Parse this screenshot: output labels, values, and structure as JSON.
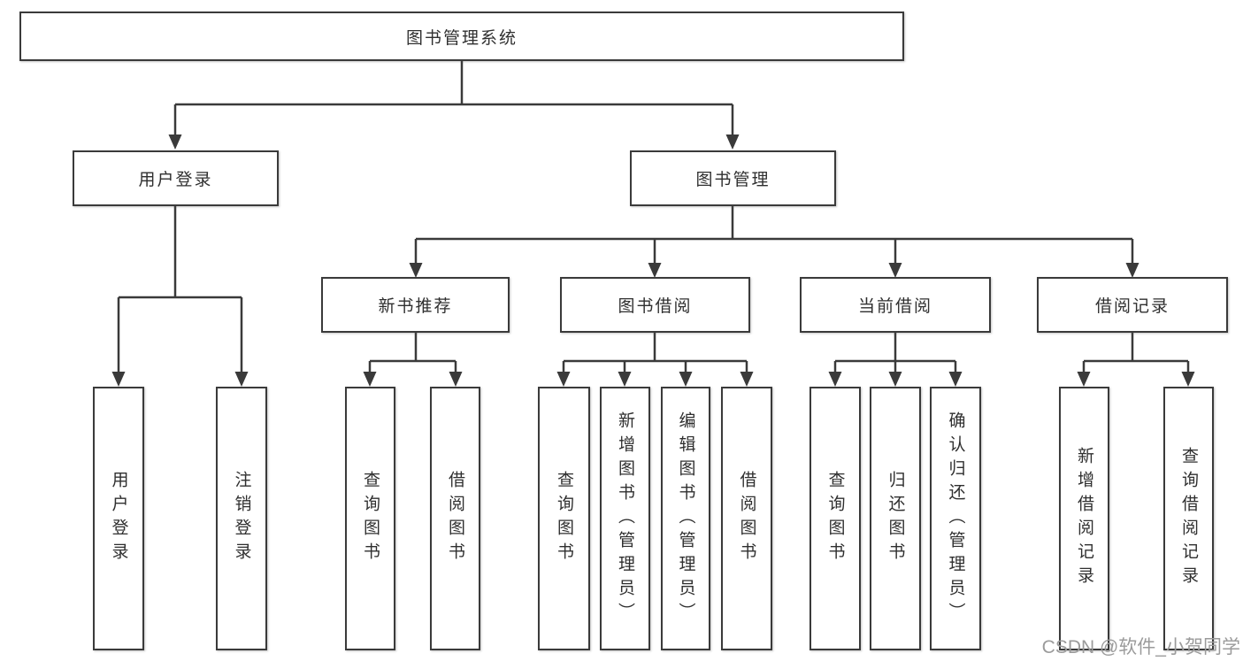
{
  "tree": {
    "root": {
      "label": "图书管理系统"
    },
    "branches": [
      {
        "label": "用户登录",
        "children": [
          {
            "label": "用户登录"
          },
          {
            "label": "注销登录"
          }
        ]
      },
      {
        "label": "图书管理",
        "children": [
          {
            "label": "新书推荐",
            "children": [
              {
                "label": "查询图书"
              },
              {
                "label": "借阅图书"
              }
            ]
          },
          {
            "label": "图书借阅",
            "children": [
              {
                "label": "查询图书"
              },
              {
                "label": "新增图书（管理员）"
              },
              {
                "label": "编辑图书（管理员）"
              },
              {
                "label": "借阅图书"
              }
            ]
          },
          {
            "label": "当前借阅",
            "children": [
              {
                "label": "查询图书"
              },
              {
                "label": "归还图书"
              },
              {
                "label": "确认归还（管理员）"
              }
            ]
          },
          {
            "label": "借阅记录",
            "children": [
              {
                "label": "新增借阅记录"
              },
              {
                "label": "查询借阅记录"
              }
            ]
          }
        ]
      }
    ]
  },
  "watermark": {
    "text": "CSDN @软件_小贺同学"
  },
  "colors": {
    "line": "#3a3a3a",
    "box_border": "#3a3a3a",
    "text": "#2f2f2f",
    "background": "#ffffff",
    "watermark": "#9b9b9b"
  }
}
